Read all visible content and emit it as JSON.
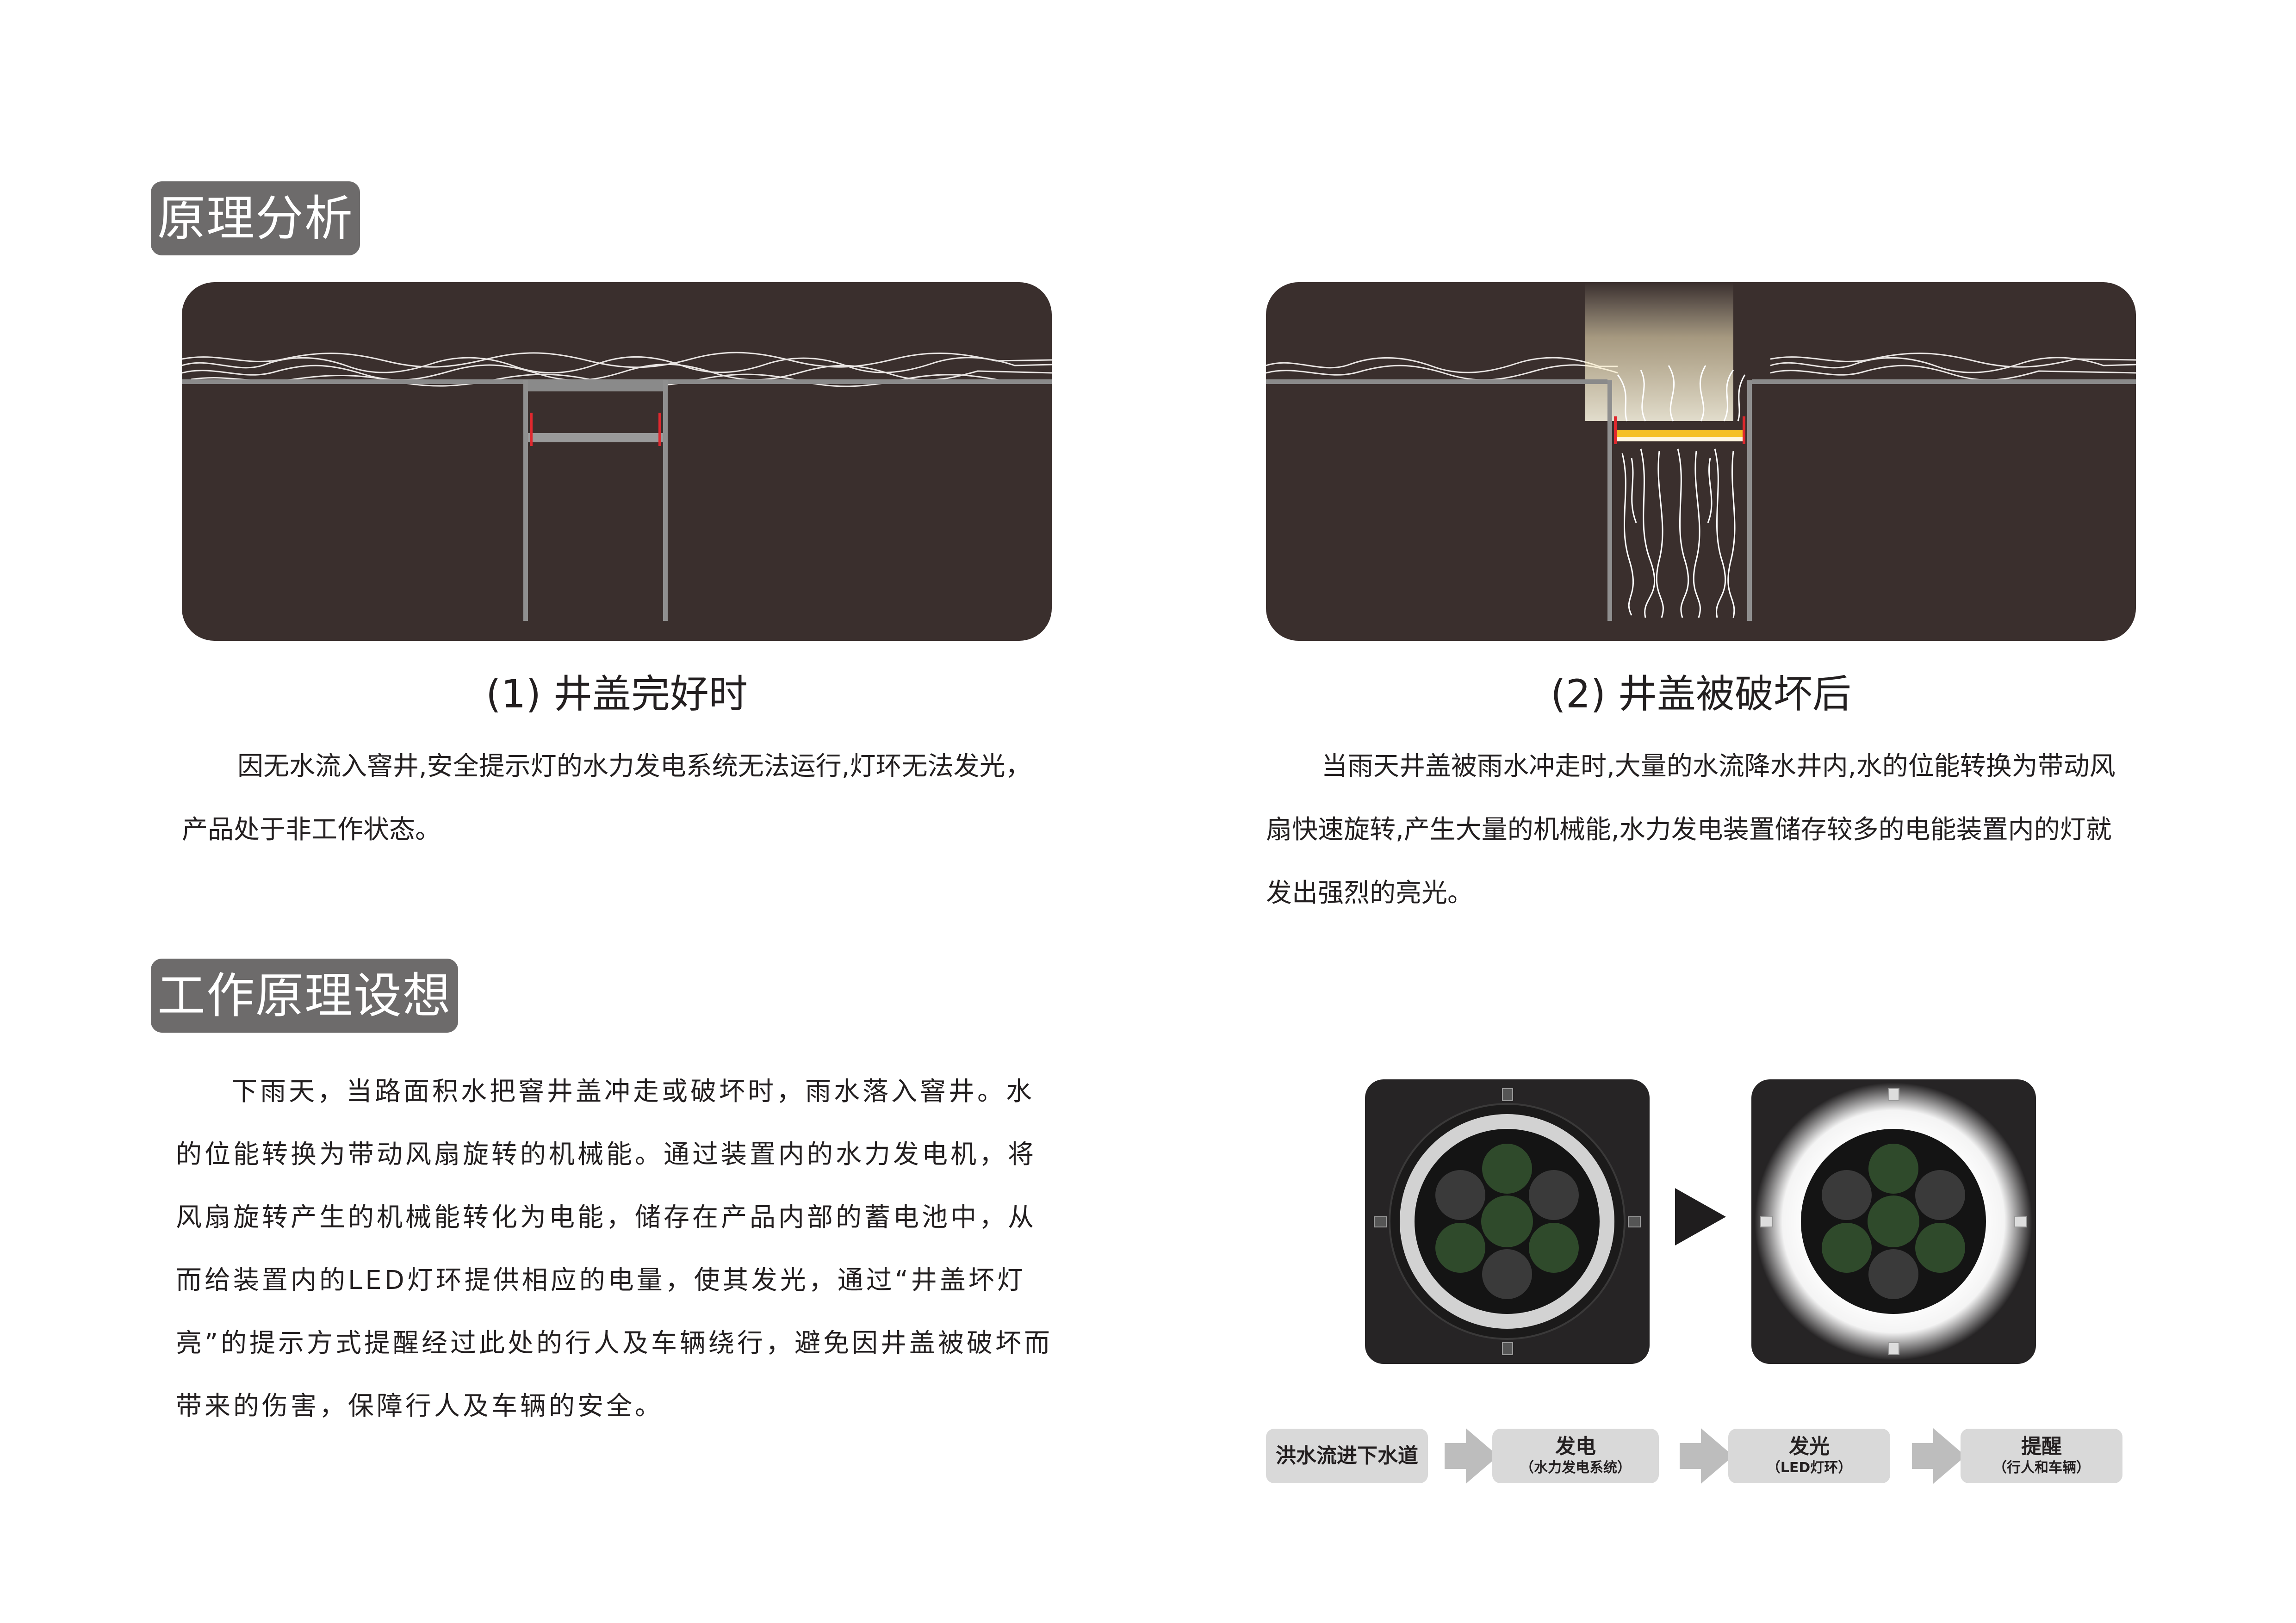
{
  "section1": {
    "title": "原理分析",
    "scene1": {
      "caption": "(1) 井盖完好时",
      "text": "因无水流入窨井,安全提示灯的水力发电系统无法运行,灯环无法发光，产品处于非工作状态。"
    },
    "scene2": {
      "caption": "(2) 井盖被破坏后",
      "text": "当雨天井盖被雨水冲走时,大量的水流降水井内,水的位能转换为带动风扇快速旋转,产生大量的机械能,水力发电装置储存较多的电能装置内的灯就发出强烈的亮光。"
    }
  },
  "section2": {
    "title": "工作原理设想",
    "text": "下雨天，当路面积水把窨井盖冲走或破坏时，雨水落入窨井。水的位能转换为带动风扇旋转的机械能。通过装置内的水力发电机，将风扇旋转产生的机械能转化为电能，储存在产品内部的蓄电池中，从而给装置内的LED灯环提供相应的电量，使其发光，通过“井盖坏灯亮”的提示方式提醒经过此处的行人及车辆绕行，避免因井盖被破坏而带来的伤害，保障行人及车辆的安全。"
  },
  "flow": [
    {
      "main": "洪水流进下水道",
      "sub": ""
    },
    {
      "main": "发电",
      "sub": "（水力发电系统）"
    },
    {
      "main": "发光",
      "sub": "（LED灯环）"
    },
    {
      "main": "提醒",
      "sub": "（行人和车辆）"
    }
  ],
  "colors": {
    "title_bg": "#6d6b6b",
    "scene_bg": "#3a2f2d",
    "device_bg": "#262425",
    "lamp_yellow": "#f5c024",
    "clip_red": "#e0282e",
    "fan_green": "#2f4a2b",
    "flow_box": "#d9d9d9"
  },
  "icons": [
    "manhole-frame",
    "water-wave",
    "light-glow",
    "fan-cluster",
    "led-ring",
    "play-arrow"
  ]
}
